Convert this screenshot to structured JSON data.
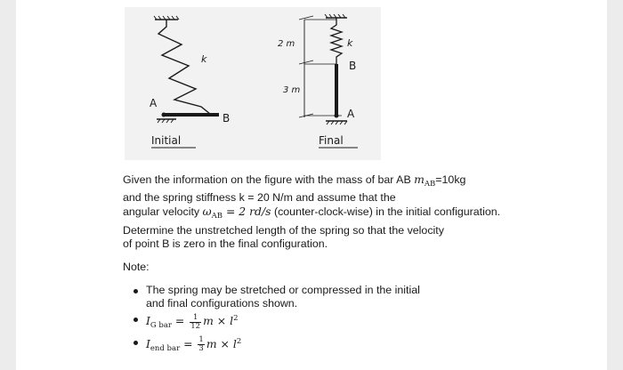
{
  "figure": {
    "initial": {
      "point_a": "A",
      "point_b": "B",
      "spring": "k",
      "caption": "Initial"
    },
    "final": {
      "dim_upper": "2 m",
      "dim_lower": "3 m",
      "spring": "k",
      "point_b": "B",
      "point_a": "A",
      "caption": "Final"
    }
  },
  "problem": {
    "line1_pre": "Given the information on the figure with the mass of bar AB ",
    "mass_symbol": "m",
    "mass_sub": "AB",
    "line1_post": "=10kg",
    "line2": "and the spring stiffness k = 20 N/m and assume that the",
    "line3_pre": "angular velocity ",
    "omega_symbol": "ω",
    "omega_sub": "AB",
    "omega_value": " = 2 rd/s",
    "line3_post": " (counter-clock-wise) in the initial configuration.",
    "line4": "Determine the unstretched length of the spring so that the velocity",
    "line5": "of point B is zero in the final configuration."
  },
  "note": {
    "label": "Note:",
    "bullet1_line1": "The spring may be stretched or compressed in the initial",
    "bullet1_line2": "and final configurations shown.",
    "bullet2": {
      "symbol": "I",
      "sub": "G bar",
      "eq": " = ",
      "num": "1",
      "den": "12",
      "rest": "m × l",
      "sup": "2"
    },
    "bullet3": {
      "symbol": "I",
      "sub": "end bar",
      "eq": " = ",
      "num": "1",
      "den": "3",
      "rest": "m × l",
      "sup": "2"
    }
  }
}
